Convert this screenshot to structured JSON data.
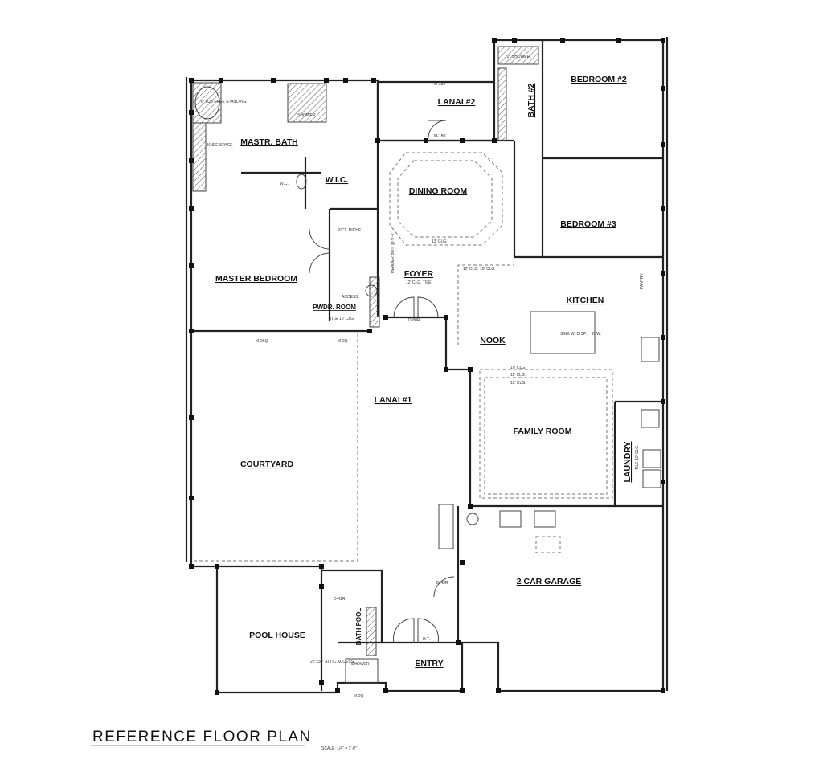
{
  "title": "REFERENCE FLOOR PLAN",
  "scale": "SCALE: 1/4\" = 1'-0\"",
  "rooms": {
    "master_bath": "MASTR. BATH",
    "wic": "W.I.C.",
    "lanai2": "LANAI #2",
    "bath2": "BATH #2",
    "bedroom2": "BEDROOM #2",
    "dining": "DINING ROOM",
    "bedroom3": "BEDROOM #3",
    "master_bedroom": "MASTER BEDROOM",
    "foyer": "FOYER",
    "kitchen": "KITCHEN",
    "pwdr": "PWDR. ROOM",
    "nook": "NOOK",
    "lanai1": "LANAI #1",
    "family": "FAMILY ROOM",
    "laundry": "LAUNDRY",
    "courtyard": "COURTYARD",
    "garage": "2 CAR GARAGE",
    "pool_house": "POOL HOUSE",
    "bath_pool": "BATH POOL",
    "entry": "ENTRY"
  },
  "notes": {
    "tub": "6' TUB FREE STANDING",
    "knee": "KNEE SPACE",
    "shower": "SHOWER",
    "wc": "W.C.",
    "pict_niche": "PICT. NICHE",
    "access": "ACCESS",
    "pwdr_ceiling": "TILE 10' CLG.",
    "lanai2_window": "M-23J",
    "lanai2_door": "M-1BJ",
    "master_window": "M-26Q",
    "pwdr_window": "M-2Q",
    "foyer_ceiling": "12' CLG. TILE",
    "foyer_door": "D-80R",
    "dining_ceiling": "13' CLG.",
    "nook_ceiling": "12' CLG. 10' CLG.",
    "family_ceiling1": "10' CLG.",
    "family_ceiling2": "11' CLG.",
    "family_ceiling3": "12' CLG.",
    "header": "HEADER BOT. @ 9'-0\"",
    "sink": "SINK W/ DISP.",
    "dw": "D.W.",
    "pantry": "PANTRY",
    "laundry_ceiling": "TILE 10' CLG.",
    "garage_door": "D-43R",
    "pool_door": "D-41R",
    "attic": "22\"x30\" ATTIC ACCESS",
    "pool_shower": "SHOWER",
    "pool_window": "M-2Q",
    "ht": "H.T.",
    "bath2_shower": "72\" SHOWER"
  }
}
